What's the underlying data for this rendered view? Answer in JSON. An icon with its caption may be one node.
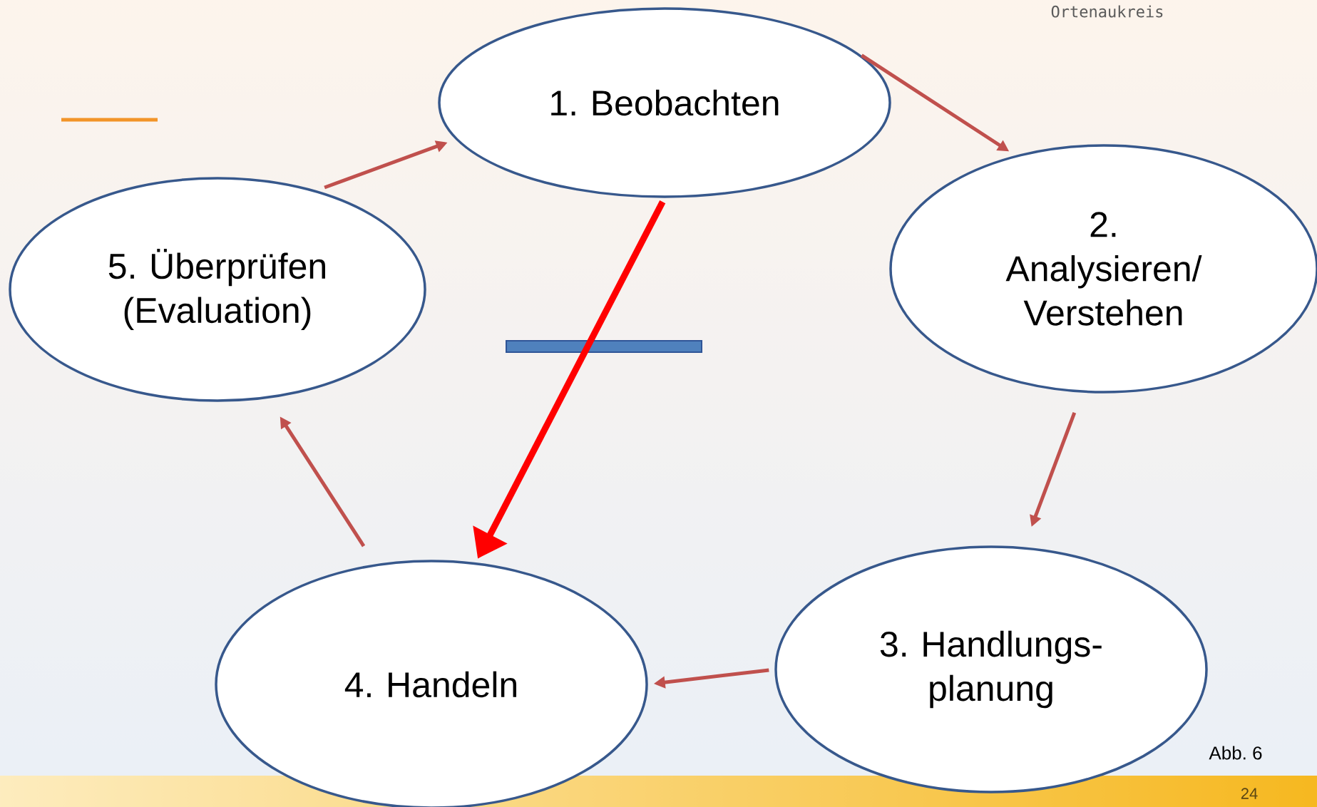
{
  "diagram": {
    "nodes": [
      {
        "text": [
          "1. Beobachten"
        ]
      },
      {
        "text": [
          "2. Analysieren/ Verstehen"
        ]
      },
      {
        "text": [
          "3. Handlungs- planung"
        ]
      },
      {
        "text": [
          "4. Handeln"
        ]
      },
      {
        "text": [
          "5. Überprüfen (Evaluation)"
        ]
      },
      {
        "text": [],
        "shape": "bar"
      }
    ],
    "edges": [
      {
        "from": 0,
        "to": 1,
        "arrow": "to"
      },
      {
        "from": 1,
        "to": 2,
        "arrow": "to"
      },
      {
        "from": 2,
        "to": 3,
        "arrow": "to"
      },
      {
        "from": 3,
        "to": 4,
        "arrow": "to"
      },
      {
        "from": 4,
        "to": 0,
        "arrow": "to"
      },
      {
        "from": 0,
        "to": 3,
        "arrow": "to",
        "style": "thick",
        "color": "#ff0000"
      }
    ],
    "labels": [
      "Ortenaukreis",
      "Abb. 6",
      "24"
    ]
  }
}
